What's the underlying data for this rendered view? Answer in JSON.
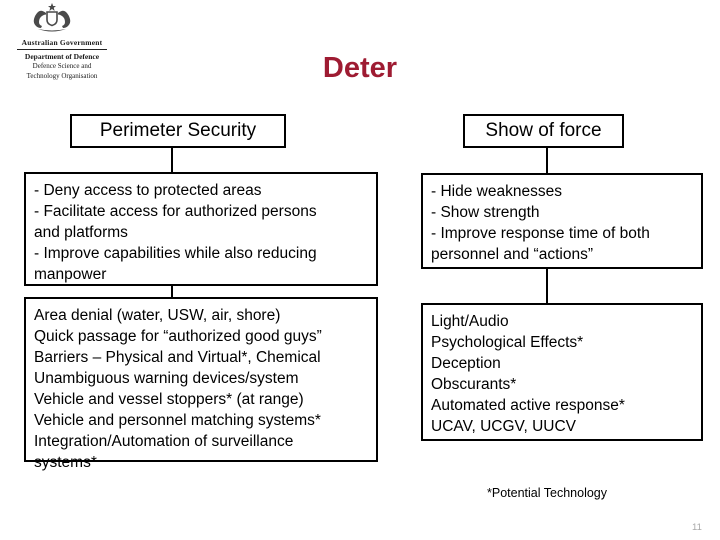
{
  "slide": {
    "title": "Deter",
    "footnote": "*Potential Technology",
    "page_number": "11"
  },
  "logo": {
    "crest_icon": "australian-coat-of-arms",
    "government": "Australian Government",
    "department": "Department of Defence",
    "org_line1": "Defence Science and",
    "org_line2": "Technology Organisation"
  },
  "columns": [
    {
      "header": "Perimeter Security",
      "goals": "- Deny access to protected areas\n- Facilitate access for authorized persons\nand platforms\n- Improve capabilities while also reducing\nmanpower",
      "technologies": "Area denial (water, USW, air, shore)\nQuick passage for “authorized good guys”\nBarriers – Physical and Virtual*, Chemical\nUnambiguous warning devices/system\nVehicle and vessel stoppers* (at range)\nVehicle and personnel matching systems*\nIntegration/Automation of surveillance\nsystems*"
    },
    {
      "header": "Show of force",
      "goals": "- Hide weaknesses\n- Show strength\n- Improve response time of both\n personnel and “actions”",
      "technologies": "Light/Audio\nPsychological Effects*\nDeception\nObscurants*\nAutomated active response*\nUCAV, UCGV, UUCV"
    }
  ],
  "colors": {
    "title": "#9E1B32",
    "page_number": "#A9A9A9",
    "text": "#000000",
    "background": "#FFFFFF"
  }
}
